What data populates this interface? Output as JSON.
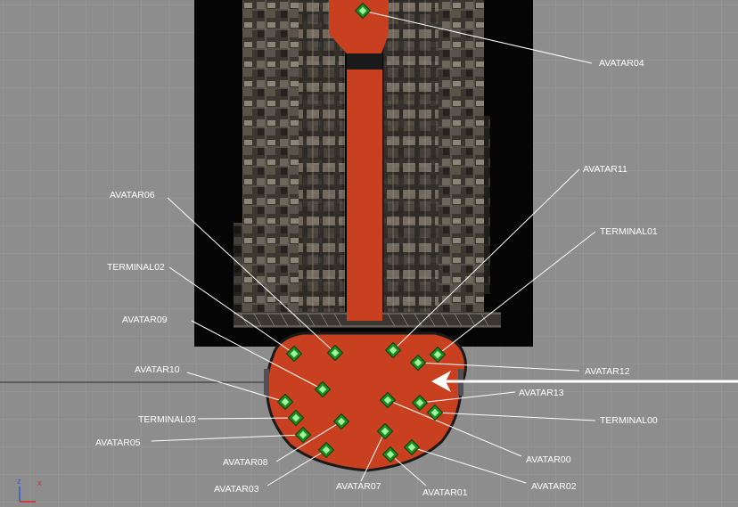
{
  "viewport": {
    "colors": {
      "background": "#8d8d8d",
      "grid": "#9c9c9c",
      "dark_block": "#050505",
      "floor": "#c8401f",
      "marker": "#1e8c1e",
      "marker_inner": "#9ff29f",
      "leader_line": "#ffffff"
    },
    "axes": {
      "z_label": "z",
      "x_label": "x"
    }
  },
  "markers": [
    {
      "id": "AVATAR04",
      "label": "AVATAR04"
    },
    {
      "id": "AVATAR11",
      "label": "AVATAR11"
    },
    {
      "id": "TERMINAL01",
      "label": "TERMINAL01"
    },
    {
      "id": "AVATAR06",
      "label": "AVATAR06"
    },
    {
      "id": "TERMINAL02",
      "label": "TERMINAL02"
    },
    {
      "id": "AVATAR09",
      "label": "AVATAR09"
    },
    {
      "id": "AVATAR10",
      "label": "AVATAR10"
    },
    {
      "id": "AVATAR12",
      "label": "AVATAR12"
    },
    {
      "id": "AVATAR13",
      "label": "AVATAR13"
    },
    {
      "id": "TERMINAL00",
      "label": "TERMINAL00"
    },
    {
      "id": "TERMINAL03",
      "label": "TERMINAL03"
    },
    {
      "id": "AVATAR05",
      "label": "AVATAR05"
    },
    {
      "id": "AVATAR00",
      "label": "AVATAR00"
    },
    {
      "id": "AVATAR08",
      "label": "AVATAR08"
    },
    {
      "id": "AVATAR02",
      "label": "AVATAR02"
    },
    {
      "id": "AVATAR03",
      "label": "AVATAR03"
    },
    {
      "id": "AVATAR07",
      "label": "AVATAR07"
    },
    {
      "id": "AVATAR01",
      "label": "AVATAR01"
    }
  ],
  "spawn_arrow": {
    "icon": "arrow-left-icon"
  }
}
